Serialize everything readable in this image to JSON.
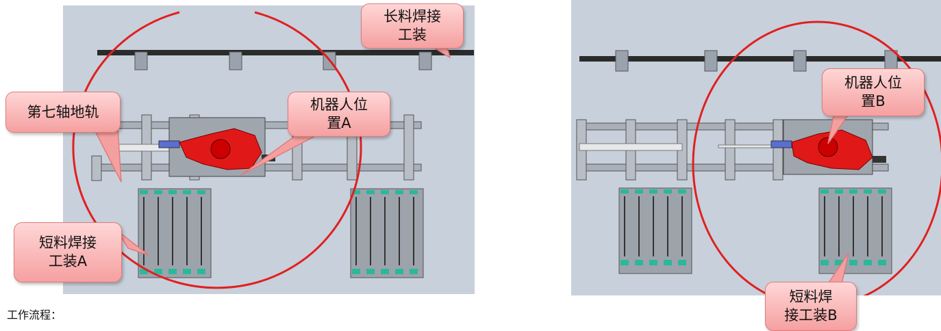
{
  "panel_a": {
    "callouts": {
      "long_fixture": "长料焊接\n工装",
      "seventh_axis": "第七轴地轨",
      "robot_pos": "机器人位\n置A",
      "short_fixture": "短料焊接\n工装A"
    }
  },
  "panel_b": {
    "callouts": {
      "robot_pos": "机器人位\n置B",
      "short_fixture": "短料焊\n接工装B"
    }
  },
  "caption": "工作流程：",
  "colors": {
    "background": "#c8d0db",
    "circle": "#e02020",
    "robot": "#e01818",
    "callout": "#f5a0a0"
  }
}
